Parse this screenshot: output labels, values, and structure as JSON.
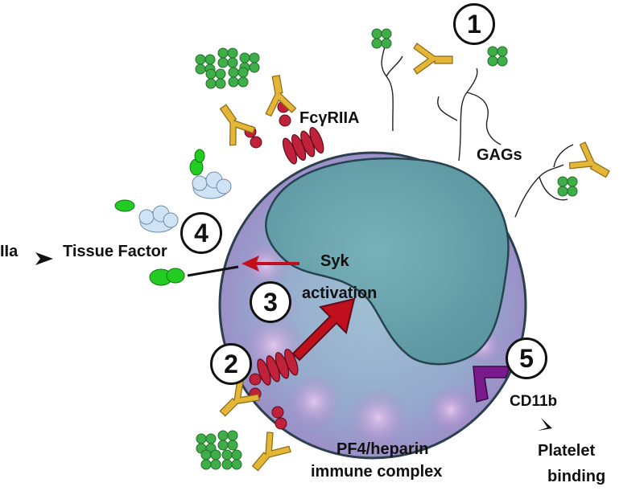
{
  "labels": {
    "fcgriia": "FcγRIIA",
    "gags": "GAGs",
    "iia": "IIa",
    "tissue_factor": "Tissue Factor",
    "syk": "Syk",
    "activation": "activation",
    "cd11b": "CD11b",
    "platelet": "Platelet",
    "binding": "binding",
    "pf4_heparin": "PF4/heparin",
    "immune_complex": "immune complex"
  },
  "steps": {
    "one": "1",
    "two": "2",
    "three": "3",
    "four": "4",
    "five": "5"
  },
  "colors": {
    "cell_fill": "#8fb3c9",
    "cell_purple": "#b07cc6",
    "nucleus": "#6aa4ad",
    "antibody": "#e3b638",
    "receptor": "#c0213b",
    "pf4": "#3fae49",
    "arrow_red": "#c0101d",
    "cd11b": "#7a1a8c",
    "tissue_factor": "#22cc22",
    "heparin_cloud": "#cfe3f5"
  }
}
